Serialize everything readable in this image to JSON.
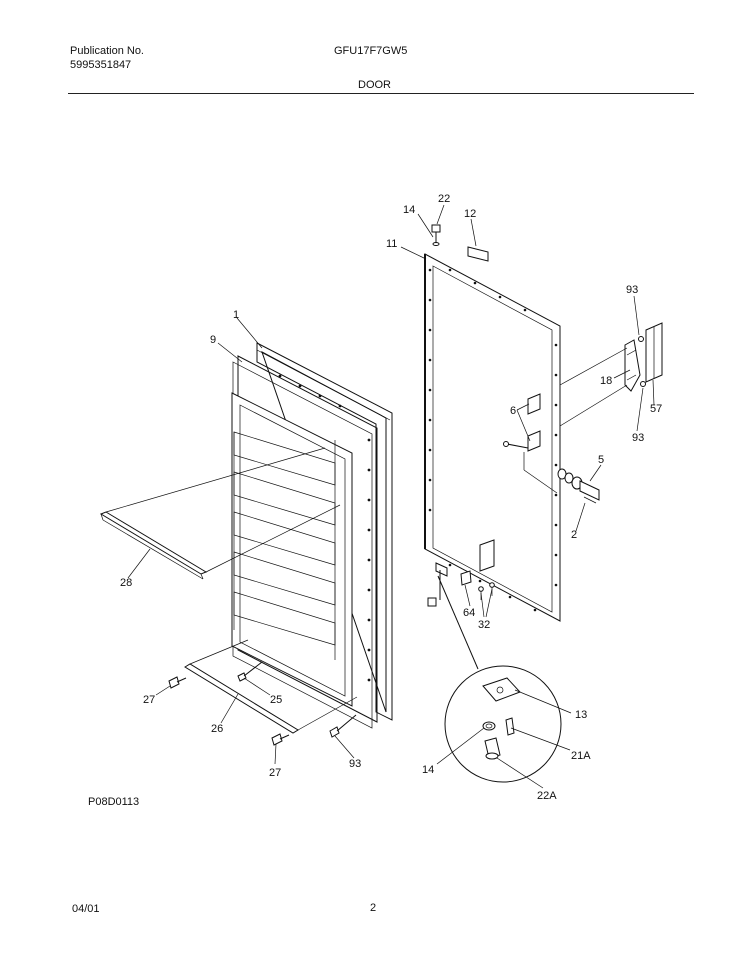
{
  "header": {
    "publication_label": "Publication No.",
    "publication_number": "5995351847",
    "model": "GFU17F7GW5",
    "section": "DOOR"
  },
  "footer": {
    "diagram_code": "P08D0113",
    "date": "04/01",
    "page": "2"
  },
  "callouts": {
    "c22_top": "22",
    "c14_top": "14",
    "c12": "12",
    "c11": "11",
    "c93_top": "93",
    "c1": "1",
    "c9": "9",
    "c18": "18",
    "c57": "57",
    "c6": "6",
    "c93_mid": "93",
    "c5": "5",
    "c2": "2",
    "c28": "28",
    "c64": "64",
    "c32": "32",
    "c13": "13",
    "c27_left": "27",
    "c25": "25",
    "c26": "26",
    "c21a": "21A",
    "c14_bot": "14",
    "c93_bot": "93",
    "c27_bot": "27",
    "c22a": "22A"
  }
}
